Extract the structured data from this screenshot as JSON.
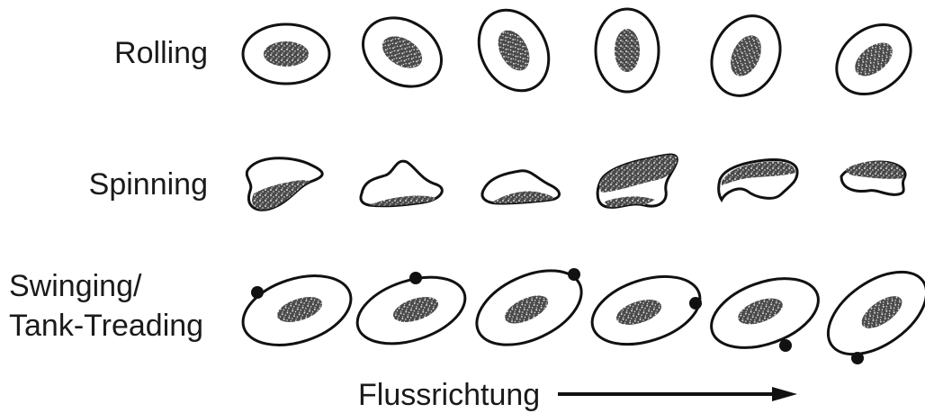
{
  "rows": {
    "rolling": {
      "label": "Rolling"
    },
    "spinning": {
      "label": "Spinning"
    },
    "swinging": {
      "label_line1": "Swinging/",
      "label_line2": "Tank-Treading"
    }
  },
  "flow": {
    "label": "Flussrichtung"
  },
  "colors": {
    "ink": "#111111",
    "fill": "#555555"
  }
}
